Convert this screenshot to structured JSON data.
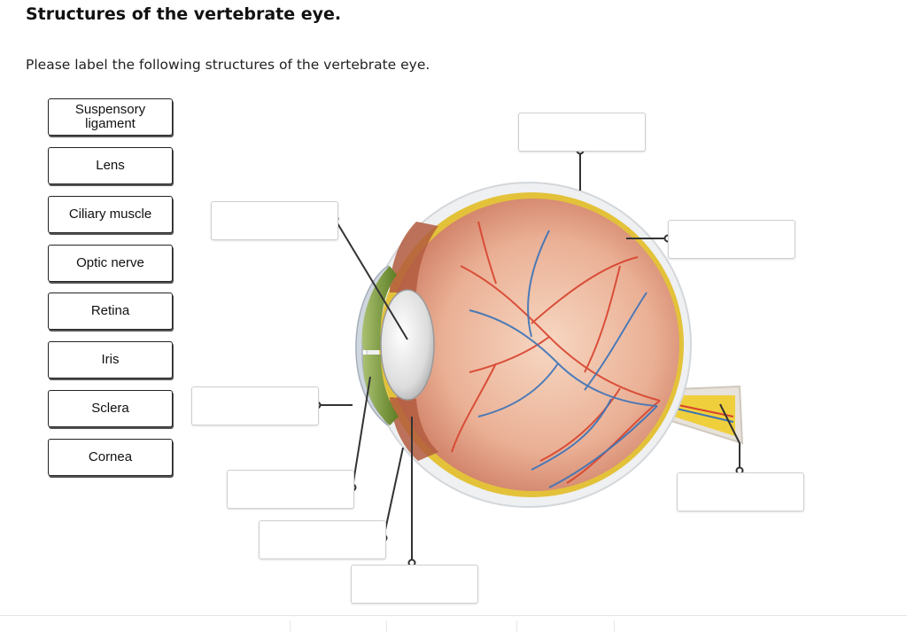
{
  "header": {
    "title": "Structures of the vertebrate eye.",
    "instruction": "Please label the following structures of the vertebrate eye."
  },
  "terms": [
    {
      "label": "Suspensory ligament"
    },
    {
      "label": "Lens"
    },
    {
      "label": "Ciliary muscle"
    },
    {
      "label": "Optic nerve"
    },
    {
      "label": "Retina"
    },
    {
      "label": "Iris"
    },
    {
      "label": "Sclera"
    },
    {
      "label": "Cornea"
    }
  ],
  "drop_zones": [
    {
      "value": ""
    },
    {
      "value": ""
    },
    {
      "value": ""
    },
    {
      "value": ""
    },
    {
      "value": ""
    },
    {
      "value": ""
    },
    {
      "value": ""
    },
    {
      "value": ""
    }
  ],
  "colors": {
    "sclera_edge": "#e3c23a",
    "retina_fill": "#e7a98d",
    "artery": "#d8432e",
    "vein": "#3b73b8",
    "optic_nerve": "#f0cf3c",
    "iris": "#6f8f2e",
    "lens": "#d9d9d9"
  }
}
